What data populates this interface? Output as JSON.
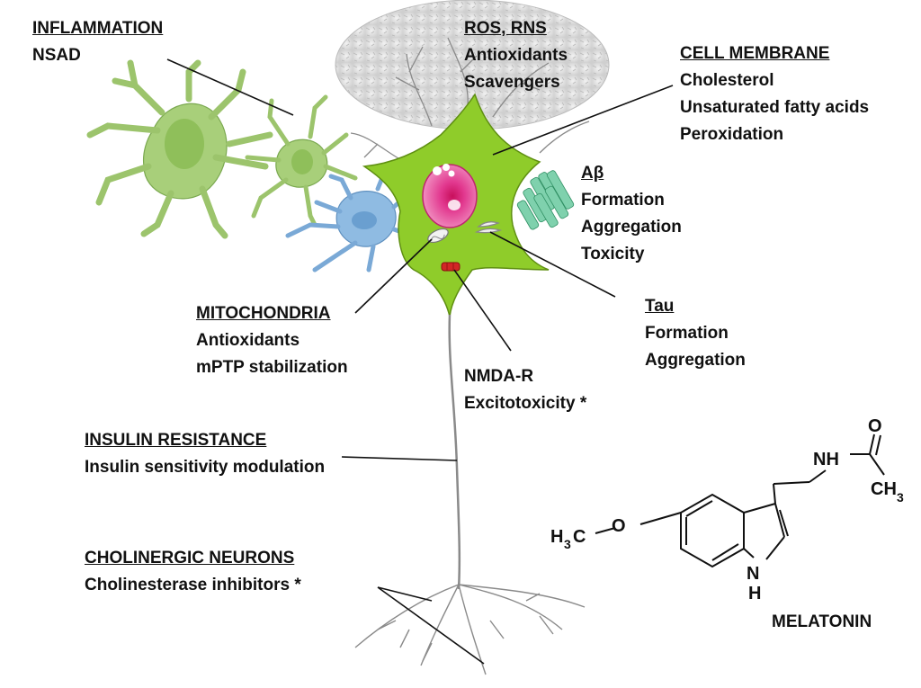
{
  "labels": {
    "inflammation": {
      "title": "INFLAMMATION",
      "lines": [
        "NSAD"
      ]
    },
    "ros_rns": {
      "title": "ROS, RNS",
      "lines": [
        "Antioxidants",
        "Scavengers"
      ]
    },
    "cell_membrane": {
      "title": "CELL MEMBRANE",
      "lines": [
        "Cholesterol",
        "Unsaturated fatty acids",
        "Peroxidation"
      ]
    },
    "abeta": {
      "title": "Aβ",
      "lines": [
        "Formation",
        "Aggregation",
        "Toxicity"
      ]
    },
    "tau": {
      "title": "Tau",
      "lines": [
        "Formation",
        "Aggregation"
      ]
    },
    "mitochondria": {
      "title": "MITOCHONDRIA",
      "lines": [
        "Antioxidants",
        "mPTP stabilization"
      ]
    },
    "nmda": {
      "title": "NMDA-R",
      "lines": [
        "Excitotoxicity *"
      ]
    },
    "insulin": {
      "title": "INSULIN RESISTANCE",
      "lines": [
        "Insulin sensitivity modulation"
      ]
    },
    "cholinergic": {
      "title": "CHOLINERGIC NEURONS",
      "lines": [
        "Cholinesterase inhibitors *"
      ]
    }
  },
  "molecule": {
    "name": "MELATONIN",
    "atoms": {
      "o_top": "O",
      "nh_upper": "NH",
      "ch3": "CH",
      "ch3_sub": "3",
      "h3c": "H",
      "h3c_sub": "3",
      "h3c_c": "C",
      "o_mid": "O",
      "n": "N",
      "h": "H"
    }
  },
  "colors": {
    "neuron_body": "#8fcc2a",
    "nucleus": "#e2388f",
    "microglia": "#a8cf7a",
    "astrocyte": "#8fbbe2",
    "amyloid": "#5cbf9a",
    "ros_cloud": "#d9d9d9",
    "nmda_receptor": "#d22626"
  }
}
